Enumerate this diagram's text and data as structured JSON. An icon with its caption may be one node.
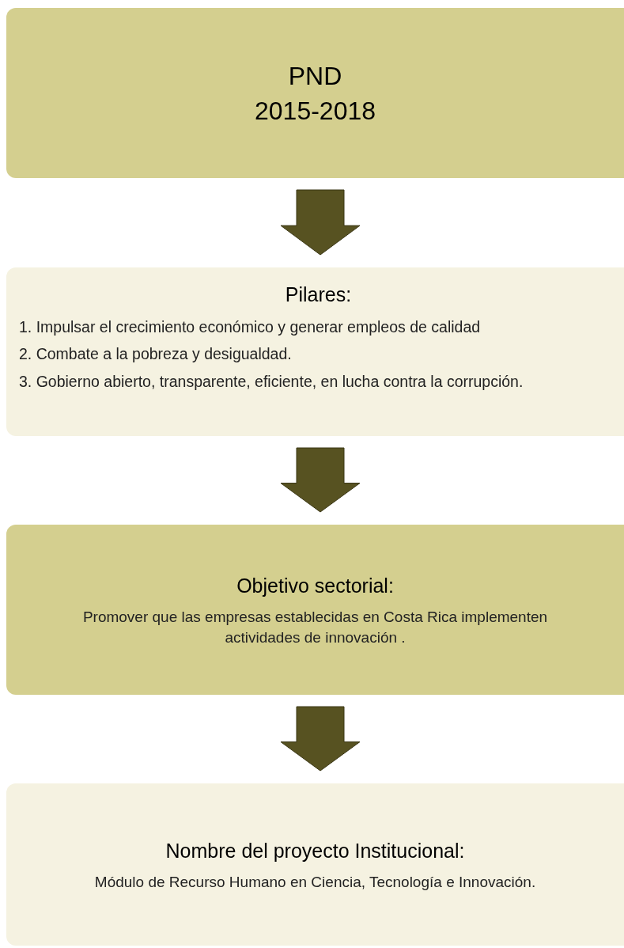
{
  "diagram": {
    "nodes": [
      {
        "text": [
          "PND",
          "2015-2018"
        ]
      },
      {
        "text": [
          "Pilares:",
          "1. Impulsar el crecimiento económico y generar empleos de calidad",
          "2. Combate a la pobreza y desigualdad.",
          "3. Gobierno abierto, transparente, eficiente, en lucha contra la corrupción."
        ]
      },
      {
        "text": [
          "Objetivo sectorial:",
          "Promover que las empresas establecidas en Costa Rica implementen actividades de innovación ."
        ]
      },
      {
        "text": [
          "Nombre del proyecto Institucional:",
          "Módulo de Recurso Humano en Ciencia, Tecnología e Innovación."
        ]
      }
    ],
    "edges": [
      {
        "from": 0,
        "to": 1,
        "arrow": "to"
      },
      {
        "from": 1,
        "to": 2,
        "arrow": "to"
      },
      {
        "from": 2,
        "to": 3,
        "arrow": "to"
      }
    ]
  }
}
